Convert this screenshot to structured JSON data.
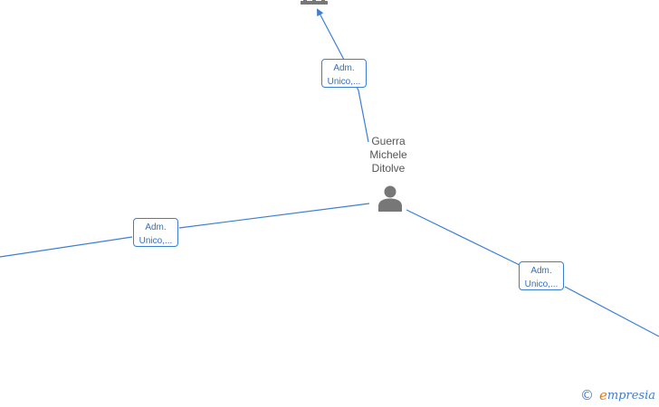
{
  "person": {
    "name_lines": [
      "Guerra",
      "Michele",
      "Ditolve"
    ]
  },
  "edges": [
    {
      "label_line1": "Adm.",
      "label_line2": "Unico,..."
    },
    {
      "label_line1": "Adm.",
      "label_line2": "Unico,..."
    },
    {
      "label_line1": "Adm.",
      "label_line2": "Unico,..."
    }
  ],
  "brand": {
    "copyright_symbol": "©",
    "initial": "e",
    "rest": "mpresia"
  },
  "colors": {
    "edge": "#3a7fd5",
    "node_icon": "#777777",
    "brand_accent": "#e07b1a"
  },
  "icons": {
    "person": "person-icon",
    "company": "building-icon"
  }
}
